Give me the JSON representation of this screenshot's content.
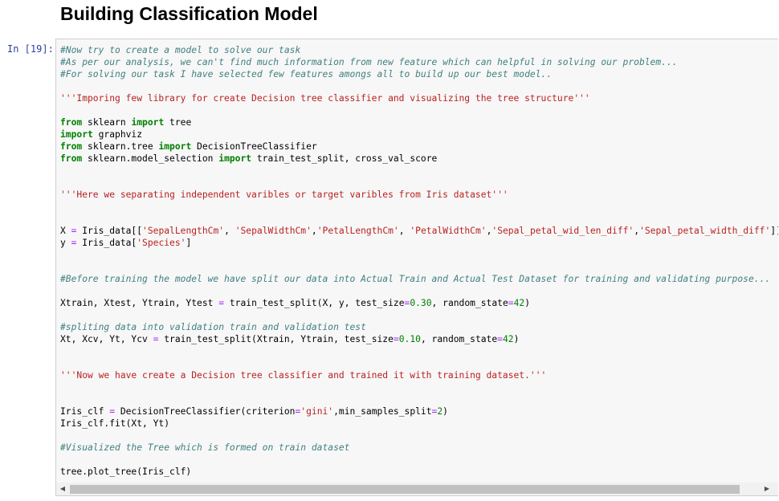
{
  "notebook": {
    "heading": "Building Classification Model",
    "cell": {
      "prompt": "In [19]:",
      "lines": [
        [
          {
            "t": "#Now try to create a model to solve our task",
            "c": "c"
          }
        ],
        [
          {
            "t": "#As per our analysis, we can't find much information from new feature which can helpful in solving our problem...",
            "c": "c"
          }
        ],
        [
          {
            "t": "#For solving our task I have selected few features amongs all to build up our best model..",
            "c": "c"
          }
        ],
        [],
        [
          {
            "t": "'''Imporing few library for create Decision tree classifier and visualizing the tree structure'''",
            "c": "s"
          }
        ],
        [],
        [
          {
            "t": "from",
            "c": "k"
          },
          {
            "t": " sklearn "
          },
          {
            "t": "import",
            "c": "k"
          },
          {
            "t": " tree"
          }
        ],
        [
          {
            "t": "import",
            "c": "k"
          },
          {
            "t": " graphviz"
          }
        ],
        [
          {
            "t": "from",
            "c": "k"
          },
          {
            "t": " sklearn.tree "
          },
          {
            "t": "import",
            "c": "k"
          },
          {
            "t": " DecisionTreeClassifier"
          }
        ],
        [
          {
            "t": "from",
            "c": "k"
          },
          {
            "t": " sklearn.model_selection "
          },
          {
            "t": "import",
            "c": "k"
          },
          {
            "t": " train_test_split, cross_val_score"
          }
        ],
        [],
        [],
        [
          {
            "t": "'''Here we separating independent varibles or target varibles from Iris dataset'''",
            "c": "s"
          }
        ],
        [],
        [],
        [
          {
            "t": "X "
          },
          {
            "t": "=",
            "c": "o"
          },
          {
            "t": " Iris_data[["
          },
          {
            "t": "'SepalLengthCm'",
            "c": "s"
          },
          {
            "t": ", "
          },
          {
            "t": "'SepalWidthCm'",
            "c": "s"
          },
          {
            "t": ","
          },
          {
            "t": "'PetalLengthCm'",
            "c": "s"
          },
          {
            "t": ", "
          },
          {
            "t": "'PetalWidthCm'",
            "c": "s"
          },
          {
            "t": ","
          },
          {
            "t": "'Sepal_petal_wid_len_diff'",
            "c": "s"
          },
          {
            "t": ","
          },
          {
            "t": "'Sepal_petal_width_diff'",
            "c": "s"
          },
          {
            "t": "]]"
          }
        ],
        [
          {
            "t": "y "
          },
          {
            "t": "=",
            "c": "o"
          },
          {
            "t": " Iris_data["
          },
          {
            "t": "'Species'",
            "c": "s"
          },
          {
            "t": "]"
          }
        ],
        [],
        [],
        [
          {
            "t": "#Before training the model we have split our data into Actual Train and Actual Test Dataset for training and validating purpose...",
            "c": "c"
          }
        ],
        [],
        [
          {
            "t": "Xtrain, Xtest, Ytrain, Ytest "
          },
          {
            "t": "=",
            "c": "o"
          },
          {
            "t": " train_test_split(X, y, test_size"
          },
          {
            "t": "=",
            "c": "o"
          },
          {
            "t": "0.30",
            "c": "n"
          },
          {
            "t": ", random_state"
          },
          {
            "t": "=",
            "c": "o"
          },
          {
            "t": "42",
            "c": "n"
          },
          {
            "t": ")"
          }
        ],
        [],
        [
          {
            "t": "#spliting data into validation train and validation test",
            "c": "c"
          }
        ],
        [
          {
            "t": "Xt, Xcv, Yt, Ycv "
          },
          {
            "t": "=",
            "c": "o"
          },
          {
            "t": " train_test_split(Xtrain, Ytrain, test_size"
          },
          {
            "t": "=",
            "c": "o"
          },
          {
            "t": "0.10",
            "c": "n"
          },
          {
            "t": ", random_state"
          },
          {
            "t": "=",
            "c": "o"
          },
          {
            "t": "42",
            "c": "n"
          },
          {
            "t": ")"
          }
        ],
        [],
        [],
        [
          {
            "t": "'''Now we have create a Decision tree classifier and trained it with training dataset.'''",
            "c": "s"
          }
        ],
        [],
        [],
        [
          {
            "t": "Iris_clf "
          },
          {
            "t": "=",
            "c": "o"
          },
          {
            "t": " DecisionTreeClassifier(criterion"
          },
          {
            "t": "=",
            "c": "o"
          },
          {
            "t": "'gini'",
            "c": "s"
          },
          {
            "t": ",min_samples_split"
          },
          {
            "t": "=",
            "c": "o"
          },
          {
            "t": "2",
            "c": "n"
          },
          {
            "t": ")"
          }
        ],
        [
          {
            "t": "Iris_clf.fit(Xt, Yt)"
          }
        ],
        [],
        [
          {
            "t": "#Visualized the Tree which is formed on train dataset",
            "c": "c"
          }
        ],
        [],
        [
          {
            "t": "tree.plot_tree(Iris_clf)"
          }
        ]
      ]
    },
    "scrollbar": {
      "left_arrow": "◀",
      "right_arrow": "▶"
    }
  }
}
